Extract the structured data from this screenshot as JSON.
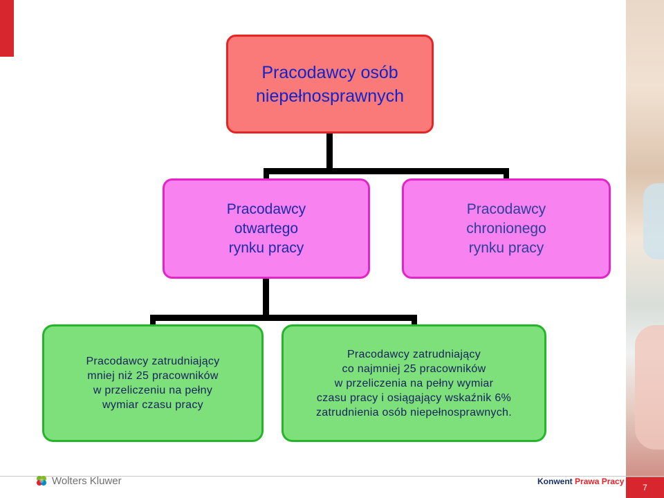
{
  "diagram": {
    "top": {
      "lines": [
        "Pracodawcy osób",
        "niepełnosprawnych"
      ]
    },
    "middle": [
      {
        "lines": [
          "Pracodawcy",
          "otwartego",
          "rynku pracy"
        ]
      },
      {
        "lines": [
          "Pracodawcy",
          "chronionego",
          "rynku pracy"
        ]
      }
    ],
    "bottom": [
      {
        "lines": [
          "Pracodawcy zatrudniający",
          "mniej niż 25 pracowników",
          "w przeliczeniu na pełny",
          "wymiar czasu pracy"
        ]
      },
      {
        "lines": [
          "Pracodawcy zatrudniający",
          "co najmniej 25 pracowników",
          "w przeliczenia na pełny wymiar",
          "czasu pracy  i osiągający wskaźnik 6%",
          "zatrudnienia osób niepełnosprawnych."
        ]
      }
    ]
  },
  "footer": {
    "logo_text": "Wolters Kluwer",
    "brand_part1": "Konwent",
    "brand_part2": "Prawa Pracy",
    "page_number": "7"
  },
  "colors": {
    "top_fill": "#fa7a7a",
    "top_border": "#e52424",
    "middle_fill": "#f982f1",
    "middle_border": "#e424c8",
    "bottom_fill": "#7ee07a",
    "bottom_border": "#25b52b",
    "accent_red": "#d8262f"
  }
}
